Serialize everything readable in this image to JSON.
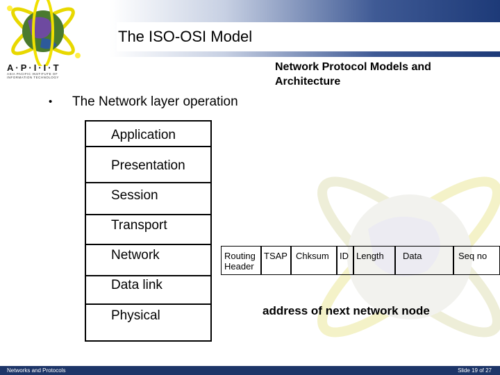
{
  "header": {
    "title": "The ISO-OSI Model",
    "logo_text": "A·P·I·I·T",
    "logo_subtitle": "ASIA PACIFIC INSTITUTE OF INFORMATION TECHNOLOGY",
    "subtitle_line1": "Network Protocol Models and",
    "subtitle_line2": "Architecture"
  },
  "content": {
    "bullet_symbol": "•",
    "bullet_text": "The Network layer operation",
    "layers": [
      "Application",
      "Presentation",
      "Session",
      "Transport",
      "Network",
      "Data link",
      "Physical"
    ],
    "packet_header": {
      "fields": [
        "Routing",
        "TSAP",
        "Chksum",
        "ID",
        "Length",
        "Data",
        "Seq no"
      ],
      "routing_second_line": "Header"
    },
    "annotation": "address of next network node"
  },
  "footer": {
    "left": "Networks and Protocols",
    "right": "Slide 19 of 27"
  },
  "colors": {
    "footer_bg": "#1d3568",
    "header_gradient_end": "#1d3a78"
  }
}
